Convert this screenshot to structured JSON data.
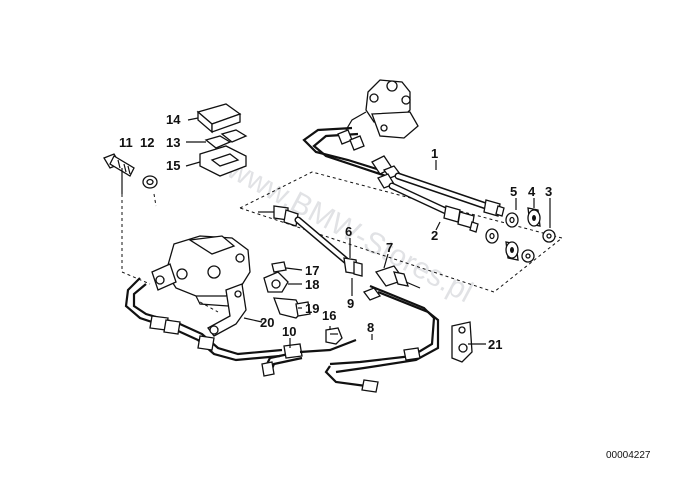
{
  "diagram": {
    "watermark": "www.BMW-Stores.pl",
    "reference_number": "00004227",
    "callouts": [
      {
        "id": "c1",
        "label": "1"
      },
      {
        "id": "c2",
        "label": "2"
      },
      {
        "id": "c3",
        "label": "3"
      },
      {
        "id": "c4",
        "label": "4"
      },
      {
        "id": "c5",
        "label": "5"
      },
      {
        "id": "c6",
        "label": "6"
      },
      {
        "id": "c7",
        "label": "7"
      },
      {
        "id": "c8",
        "label": "8"
      },
      {
        "id": "c9",
        "label": "9"
      },
      {
        "id": "c10",
        "label": "10"
      },
      {
        "id": "c11",
        "label": "11"
      },
      {
        "id": "c12",
        "label": "12"
      },
      {
        "id": "c13",
        "label": "13"
      },
      {
        "id": "c14",
        "label": "14"
      },
      {
        "id": "c15",
        "label": "15"
      },
      {
        "id": "c16",
        "label": "16"
      },
      {
        "id": "c17",
        "label": "17"
      },
      {
        "id": "c18",
        "label": "18"
      },
      {
        "id": "c19",
        "label": "19"
      },
      {
        "id": "c20",
        "label": "20"
      },
      {
        "id": "c21",
        "label": "21"
      }
    ]
  }
}
